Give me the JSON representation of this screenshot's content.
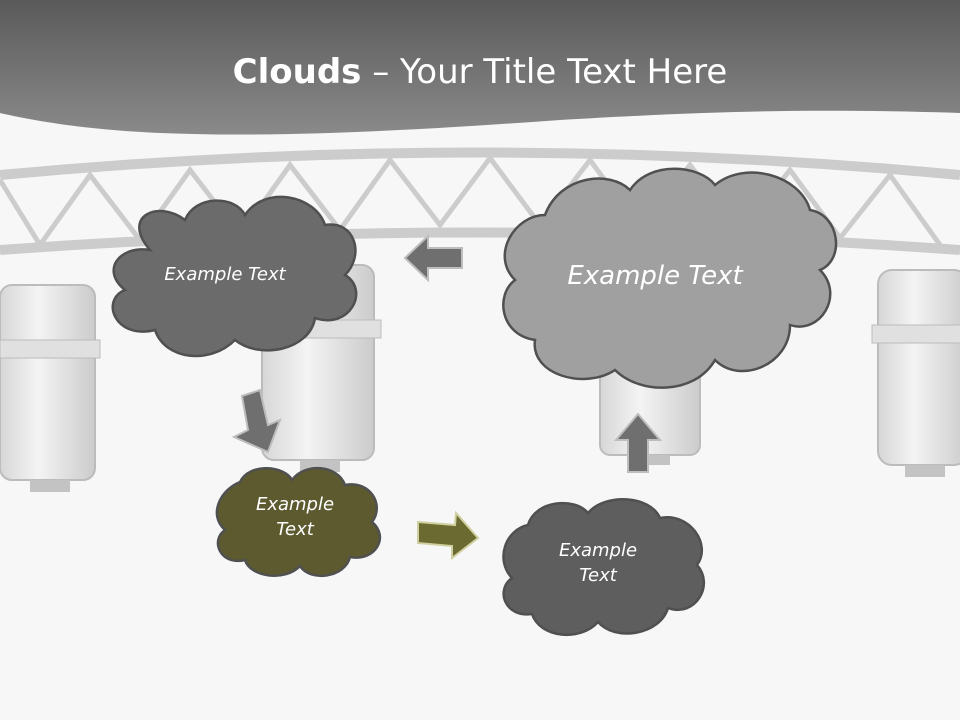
{
  "title": {
    "bold": "Clouds",
    "separator": " – ",
    "text": "Your Title Text Here"
  },
  "clouds": {
    "top_left": {
      "text": "Example Text",
      "fill": "#6b6b6b"
    },
    "top_right": {
      "text": "Example Text",
      "fill": "#a0a0a0"
    },
    "mid_left_line1": "Example",
    "mid_left_line2": "Text",
    "mid_left_fill": "#5c5a2e",
    "bottom_right_line1": "Example",
    "bottom_right_line2": "Text",
    "bottom_right_fill": "#5e5e5e"
  },
  "colors": {
    "header": "#6e6e6e",
    "arrow_gray": "#6f6f6f",
    "arrow_olive": "#6b6a30"
  }
}
